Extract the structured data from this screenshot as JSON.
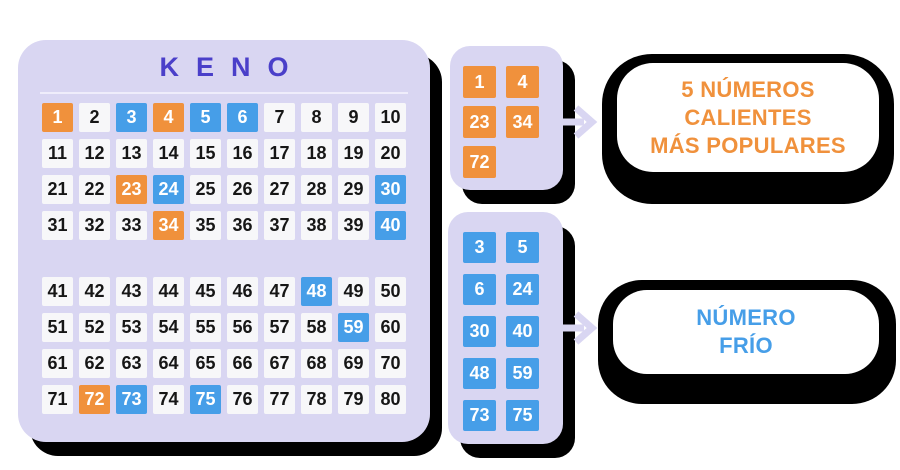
{
  "board": {
    "title": "KENO",
    "rows": [
      [
        1,
        2,
        3,
        4,
        5,
        6,
        7,
        8,
        9,
        10
      ],
      [
        11,
        12,
        13,
        14,
        15,
        16,
        17,
        18,
        19,
        20
      ],
      [
        21,
        22,
        23,
        24,
        25,
        26,
        27,
        28,
        29,
        30
      ],
      [
        31,
        32,
        33,
        34,
        35,
        36,
        37,
        38,
        39,
        40
      ],
      [
        41,
        42,
        43,
        44,
        45,
        46,
        47,
        48,
        49,
        50
      ],
      [
        51,
        52,
        53,
        54,
        55,
        56,
        57,
        58,
        59,
        60
      ],
      [
        61,
        62,
        63,
        64,
        65,
        66,
        67,
        68,
        69,
        70
      ],
      [
        71,
        72,
        73,
        74,
        75,
        76,
        77,
        78,
        79,
        80
      ]
    ],
    "hot_numbers": [
      1,
      4,
      23,
      34,
      72
    ],
    "cold_numbers": [
      3,
      5,
      6,
      24,
      30,
      40,
      48,
      59,
      73,
      75
    ]
  },
  "hot_panel": {
    "numbers": [
      1,
      4,
      23,
      34,
      72
    ]
  },
  "cold_panel": {
    "numbers": [
      3,
      5,
      6,
      24,
      30,
      40,
      48,
      59,
      73,
      75
    ]
  },
  "hot_label": {
    "lines": [
      "5 NÚMEROS",
      "CALIENTES",
      "MÁS POPULARES"
    ]
  },
  "cold_label": {
    "lines": [
      "NÚMERO",
      "FRÍO"
    ]
  },
  "colors": {
    "hot": "#F0913C",
    "cold": "#469EE8",
    "panel": "#D9D6F2",
    "title": "#4A3FC9",
    "cell_bg": "#F7F7F9",
    "cell_text": "#161616",
    "shadow": "#000000",
    "label_bg": "#FFFFFF"
  }
}
